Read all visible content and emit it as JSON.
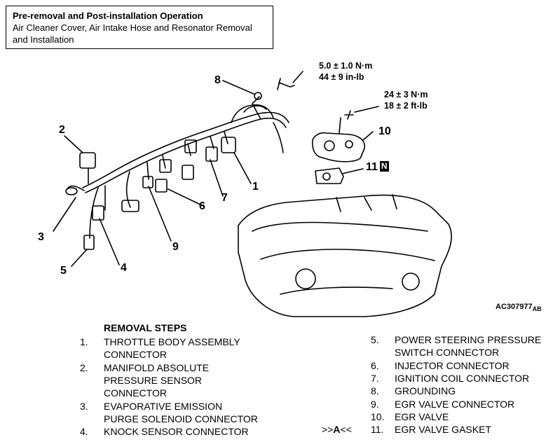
{
  "note": {
    "title": "Pre-removal and Post-installation Operation",
    "body": "Air Cleaner Cover, Air Intake Hose and Resonator Removal and Installation"
  },
  "callouts": {
    "c1": "1",
    "c2": "2",
    "c3": "3",
    "c4": "4",
    "c5": "5",
    "c6": "6",
    "c7": "7",
    "c8": "8",
    "c9": "9",
    "c10": "10",
    "c11": "11"
  },
  "new_part_badge": "N",
  "torque_8": {
    "metric": "5.0 ± 1.0 N·m",
    "imperial": "44 ± 9 in-lb"
  },
  "torque_10": {
    "metric": "24 ± 3 N·m",
    "imperial": "18 ± 2 ft-lb"
  },
  "figure_code": {
    "main": "AC307977",
    "suffix": "AB"
  },
  "removal": {
    "heading": "REMOVAL STEPS",
    "steps": [
      {
        "num": "1.",
        "text": "THROTTLE BODY ASSEMBLY\nCONNECTOR"
      },
      {
        "num": "2.",
        "text": "MANIFOLD ABSOLUTE\nPRESSURE SENSOR\nCONNECTOR"
      },
      {
        "num": "3.",
        "text": "EVAPORATIVE EMISSION\nPURGE SOLENOID CONNECTOR"
      },
      {
        "num": "4.",
        "text": "KNOCK SENSOR CONNECTOR"
      },
      {
        "num": "5.",
        "text": "POWER STEERING PRESSURE\nSWITCH CONNECTOR"
      },
      {
        "num": "6.",
        "text": "INJECTOR CONNECTOR"
      },
      {
        "num": "7.",
        "text": "IGNITION COIL CONNECTOR"
      },
      {
        "num": "8.",
        "text": "GROUNDING"
      },
      {
        "num": "9.",
        "text": "EGR VALVE CONNECTOR"
      },
      {
        "num": "10.",
        "text": "EGR VALVE"
      },
      {
        "num": "11.",
        "text": "EGR VALVE GASKET",
        "marker_prefix": ">>",
        "marker_letter": "A",
        "marker_suffix": "<<"
      }
    ]
  }
}
